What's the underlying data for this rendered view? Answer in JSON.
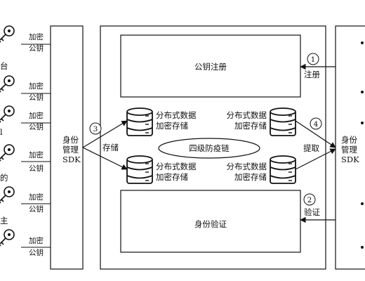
{
  "left_entities": [
    {
      "label": "",
      "key_text": [
        "加密",
        "公钥"
      ]
    },
    {
      "label": "台",
      "key_text": [
        "加密",
        "公钥"
      ]
    },
    {
      "label": "",
      "key_text": [
        "加密",
        "公钥"
      ]
    },
    {
      "label": "l",
      "key_text": [
        "加密",
        "公钥"
      ]
    },
    {
      "label": "的",
      "key_text": [
        "加密",
        "公钥"
      ]
    },
    {
      "label": "主",
      "key_text": [
        "加密",
        "公钥"
      ]
    }
  ],
  "left_sdk": [
    "身份",
    "管理",
    "SDK"
  ],
  "right_sdk": [
    "身份",
    "管理",
    "SDK"
  ],
  "center": {
    "top_box": "公钥注册",
    "bottom_box": "身份验证",
    "chain": "四级防疫链",
    "storage_label": [
      "分布式数据",
      "加密存储"
    ]
  },
  "steps": {
    "s1": {
      "num": "1",
      "label": "注册"
    },
    "s2": {
      "num": "2",
      "label": "验证"
    },
    "s3": {
      "num": "3",
      "label": "存储"
    },
    "s4": {
      "num": "4",
      "label": "提取"
    }
  }
}
